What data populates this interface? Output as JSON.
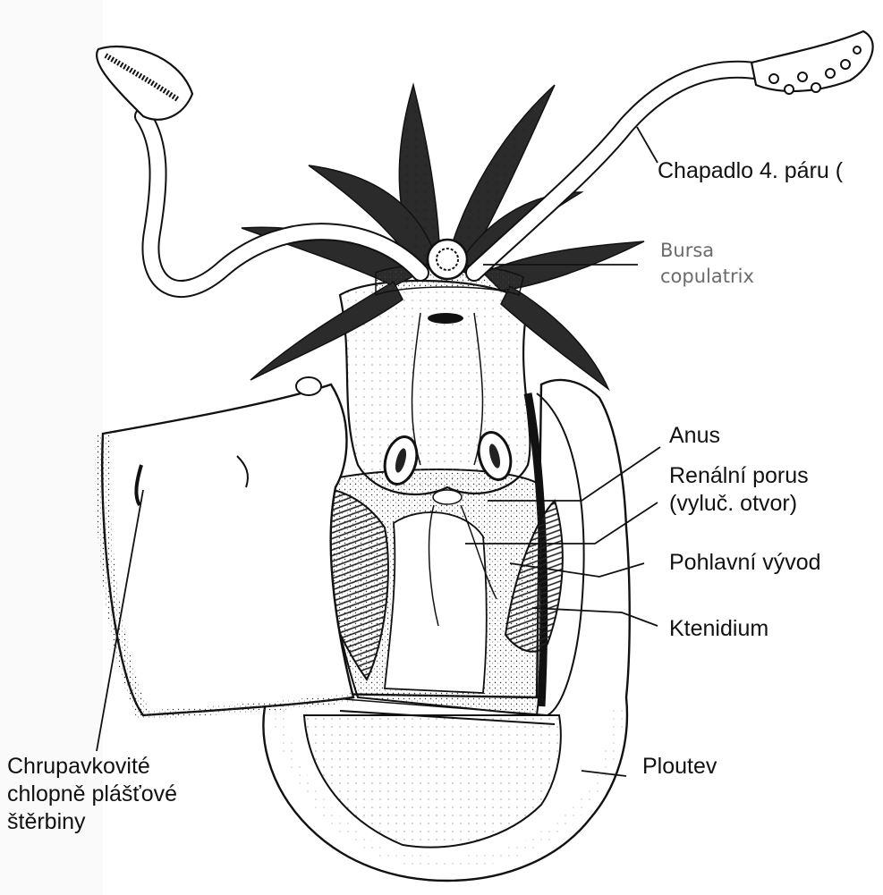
{
  "figure": {
    "labels": {
      "tentacle": "Chapadlo 4. páru (",
      "bursa_line1": "Bursa",
      "bursa_line2": "copulatrix",
      "anus": "Anus",
      "renal_line1": "Renální porus",
      "renal_line2": "(vyluč. otvor)",
      "genital": "Pohlavní vývod",
      "ctenidium": "Ktenidium",
      "fin": "Ploutev",
      "cartilage_line1": "Chrupavkovité",
      "cartilage_line2": "chlopně plášťové",
      "cartilage_line3": "štěrbiny"
    }
  }
}
